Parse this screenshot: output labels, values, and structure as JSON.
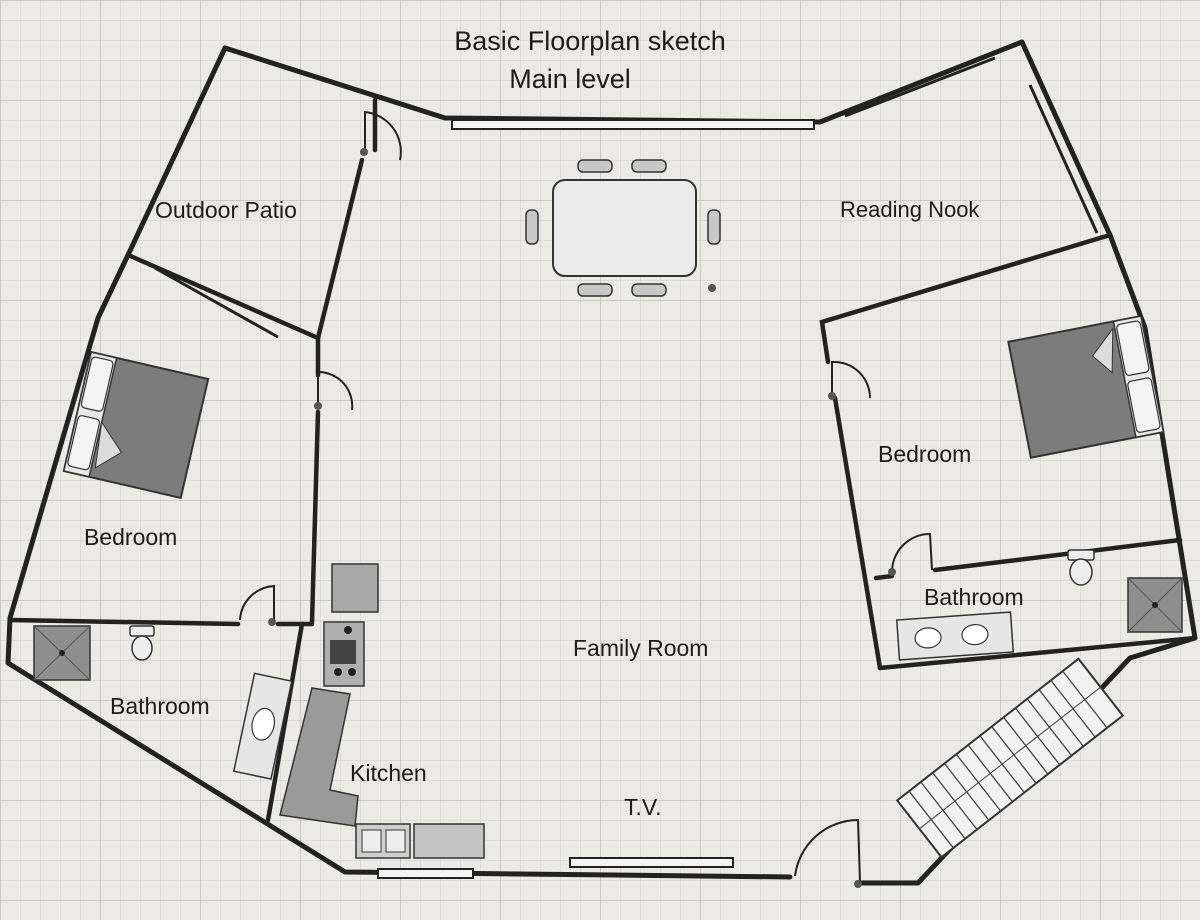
{
  "title": {
    "line1": "Basic Floorplan sketch",
    "line2": "Main level"
  },
  "rooms": {
    "outdoor_patio": "Outdoor Patio",
    "reading_nook": "Reading Nook",
    "bedroom_left": "Bedroom",
    "bedroom_right": "Bedroom",
    "bathroom_left": "Bathroom",
    "bathroom_right": "Bathroom",
    "family_room": "Family Room",
    "kitchen": "Kitchen",
    "tv": "T.V."
  },
  "colors": {
    "paper": "#eceae6",
    "grid": "#c9c8c4",
    "wall": "#222222",
    "furniture_fill": "#e3e3e3",
    "bed_cover": "#7c7c7c",
    "counter": "#9a9a9a"
  },
  "icons": {
    "door": "door-swing-icon",
    "bed": "bed-icon",
    "toilet": "toilet-icon",
    "sink": "sink-icon",
    "shower": "shower-icon",
    "stove": "stove-icon",
    "stairs": "stairs-icon",
    "window": "window-icon",
    "dining_table": "dining-table-icon"
  }
}
